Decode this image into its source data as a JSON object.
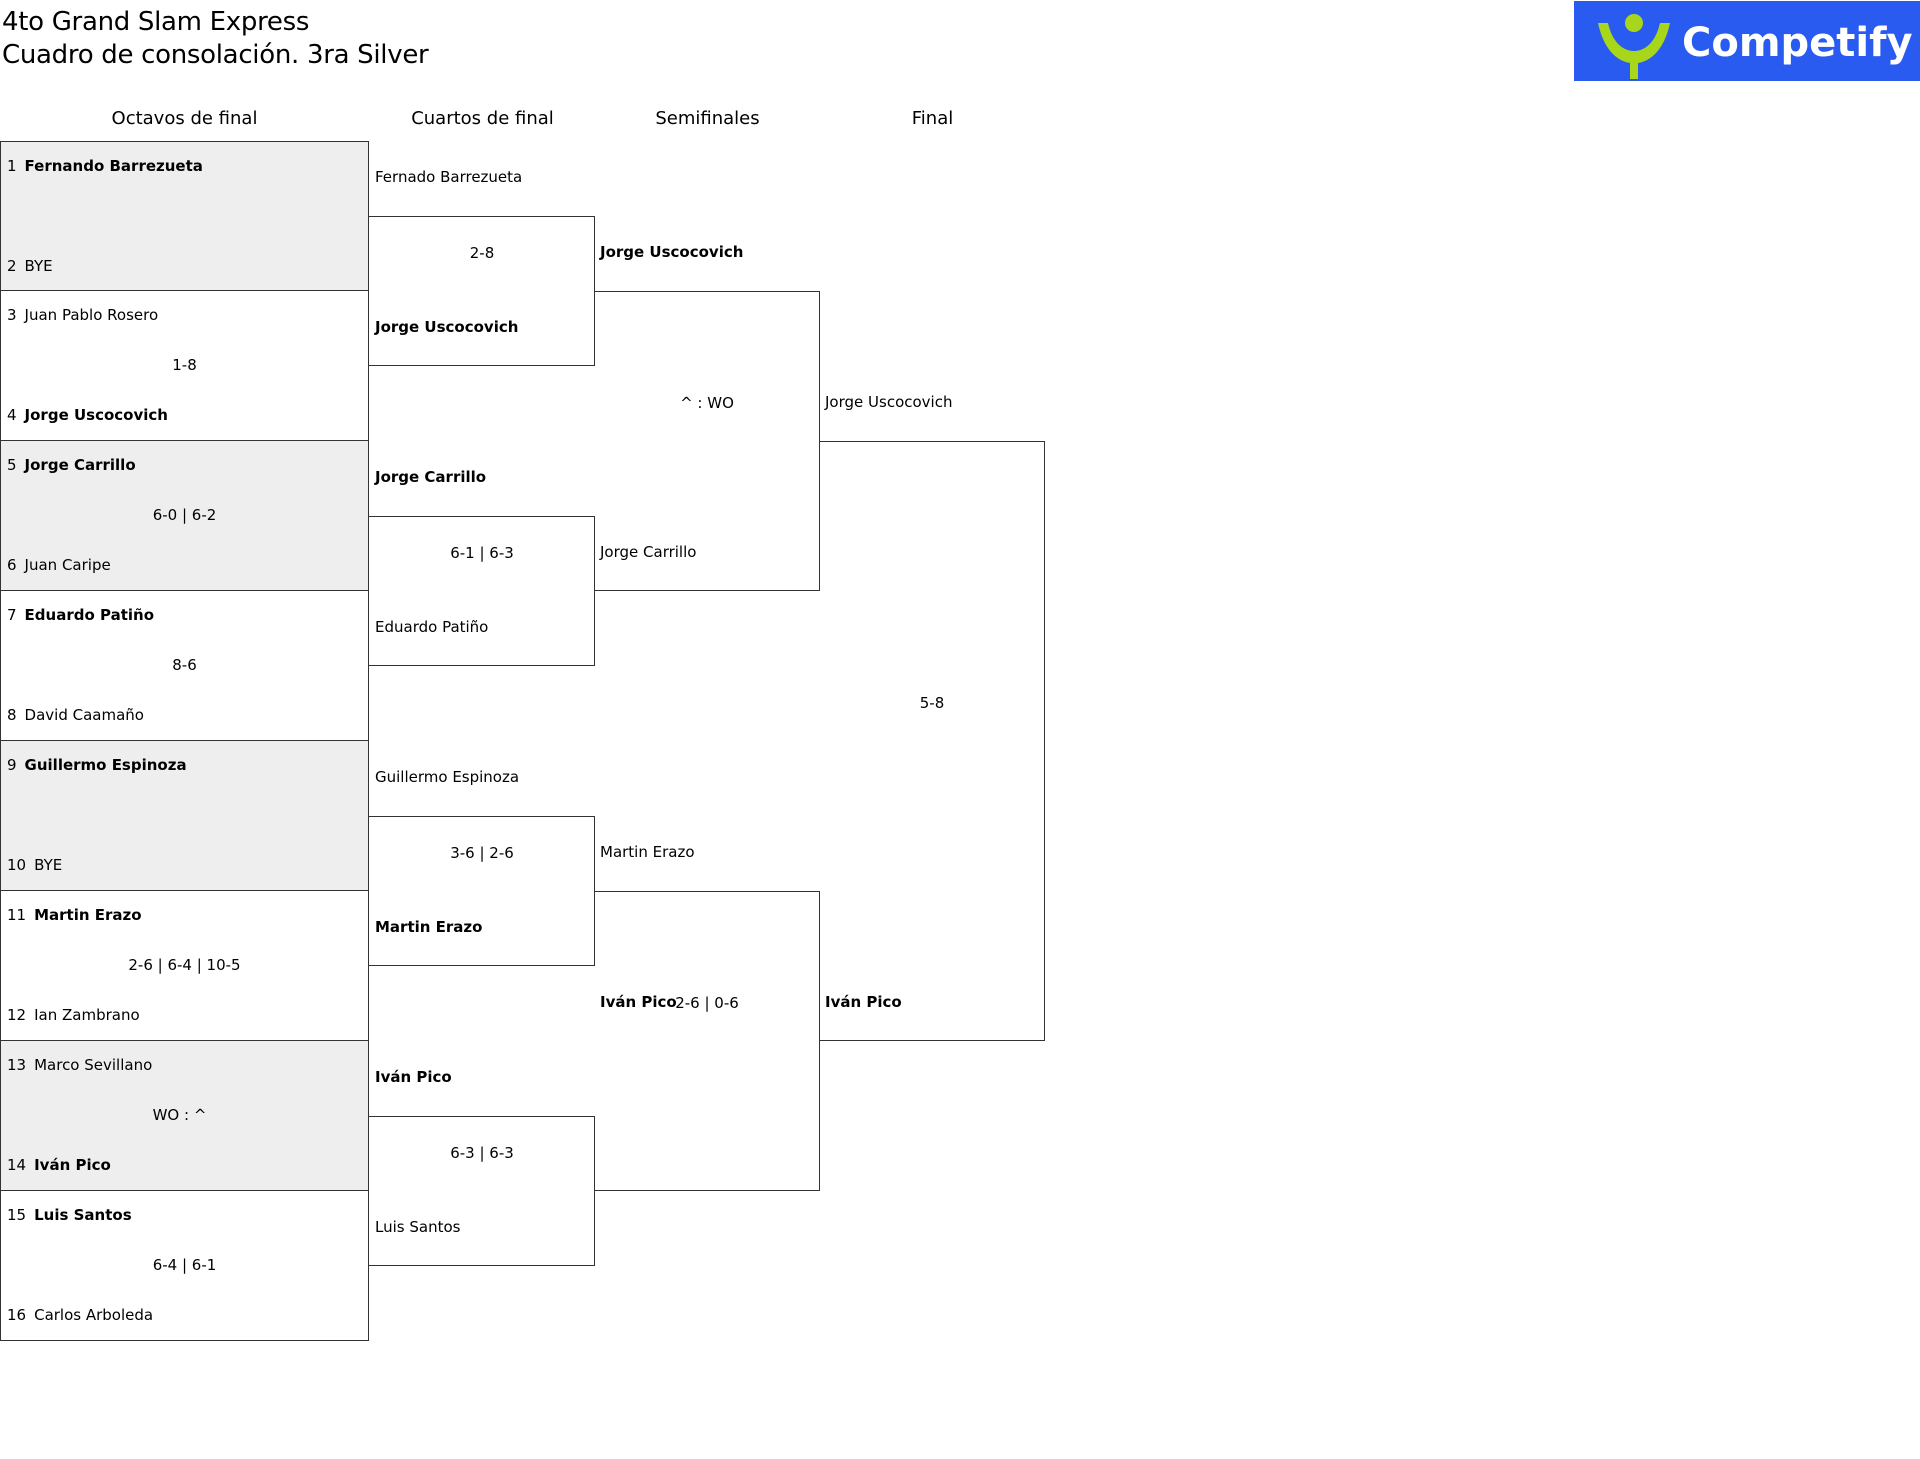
{
  "header": {
    "title_line1": "4to Grand Slam Express",
    "title_line2": "Cuadro de consolación. 3ra Silver",
    "logo_text": "Competify",
    "brand_color": "#2a5bf0",
    "logo_accent": "#a8d61b"
  },
  "rounds": [
    "Octavos de final",
    "Cuartos de final",
    "Semifinales",
    "Final"
  ],
  "round_of_16": [
    {
      "p1_seed": "1",
      "p1": "Fernando Barrezueta",
      "p1_win": true,
      "p2_seed": "2",
      "p2": "BYE",
      "p2_win": false,
      "score": ""
    },
    {
      "p1_seed": "3",
      "p1": "Juan Pablo Rosero",
      "p1_win": false,
      "p2_seed": "4",
      "p2": "Jorge Uscocovich",
      "p2_win": true,
      "score": "1-8"
    },
    {
      "p1_seed": "5",
      "p1": "Jorge Carrillo",
      "p1_win": true,
      "p2_seed": "6",
      "p2": "Juan Caripe",
      "p2_win": false,
      "score": "6-0 | 6-2"
    },
    {
      "p1_seed": "7",
      "p1": "Eduardo Patiño",
      "p1_win": true,
      "p2_seed": "8",
      "p2": "David Caamaño",
      "p2_win": false,
      "score": "8-6"
    },
    {
      "p1_seed": "9",
      "p1": "Guillermo Espinoza",
      "p1_win": true,
      "p2_seed": "10",
      "p2": "BYE",
      "p2_win": false,
      "score": ""
    },
    {
      "p1_seed": "11",
      "p1": "Martin Erazo",
      "p1_win": true,
      "p2_seed": "12",
      "p2": "Ian Zambrano",
      "p2_win": false,
      "score": "2-6 | 6-4 | 10-5"
    },
    {
      "p1_seed": "13",
      "p1": "Marco Sevillano",
      "p1_win": false,
      "p2_seed": "14",
      "p2": "Iván Pico",
      "p2_win": true,
      "score": "WO : ^"
    },
    {
      "p1_seed": "15",
      "p1": "Luis Santos",
      "p1_win": true,
      "p2_seed": "16",
      "p2": "Carlos Arboleda",
      "p2_win": false,
      "score": "6-4 | 6-1"
    }
  ],
  "quarterfinals": [
    {
      "p1": "Fernado Barrezueta",
      "p1_win": false,
      "p2": "Jorge Uscocovich",
      "p2_win": true,
      "score": "2-8"
    },
    {
      "p1": "Jorge Carrillo",
      "p1_win": true,
      "p2": "Eduardo Patiño",
      "p2_win": false,
      "score": "6-1 | 6-3"
    },
    {
      "p1": "Guillermo Espinoza",
      "p1_win": false,
      "p2": "Martin Erazo",
      "p2_win": true,
      "score": "3-6 | 2-6"
    },
    {
      "p1": "Iván Pico",
      "p1_win": true,
      "p2": "Luis Santos",
      "p2_win": false,
      "score": "6-3 | 6-3"
    }
  ],
  "semifinals": [
    {
      "p1": "Jorge Uscocovich",
      "p1_win": true,
      "p2": "Jorge Carrillo",
      "p2_win": false,
      "score": "^ : WO"
    },
    {
      "p1": "Martin Erazo",
      "p1_win": false,
      "p2": "Iván Pico",
      "p2_win": true,
      "score": "2-6 | 0-6"
    }
  ],
  "final": {
    "p1": "Jorge Uscocovich",
    "p1_win": false,
    "p2": "Iván Pico",
    "p2_win": true,
    "score": "5-8"
  }
}
